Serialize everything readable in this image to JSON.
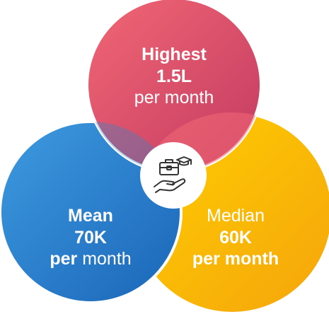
{
  "diagram": {
    "type": "venn",
    "colors": {
      "highest": "#E04E6A",
      "mean": "#2F86CF",
      "median": "#FFC20E",
      "outline": "#ffffff",
      "icon": "#333333"
    },
    "center_icon": "briefcase-graduation-cap-hand-icon"
  },
  "circles": {
    "highest": {
      "title": "Highest",
      "value": "1.5L",
      "unit_line": "per month"
    },
    "mean": {
      "title": "Mean",
      "value": "70K",
      "unit_per": "per",
      "unit_month": "month"
    },
    "median": {
      "title": "Median",
      "value": "60K",
      "unit_line": "per month"
    }
  }
}
